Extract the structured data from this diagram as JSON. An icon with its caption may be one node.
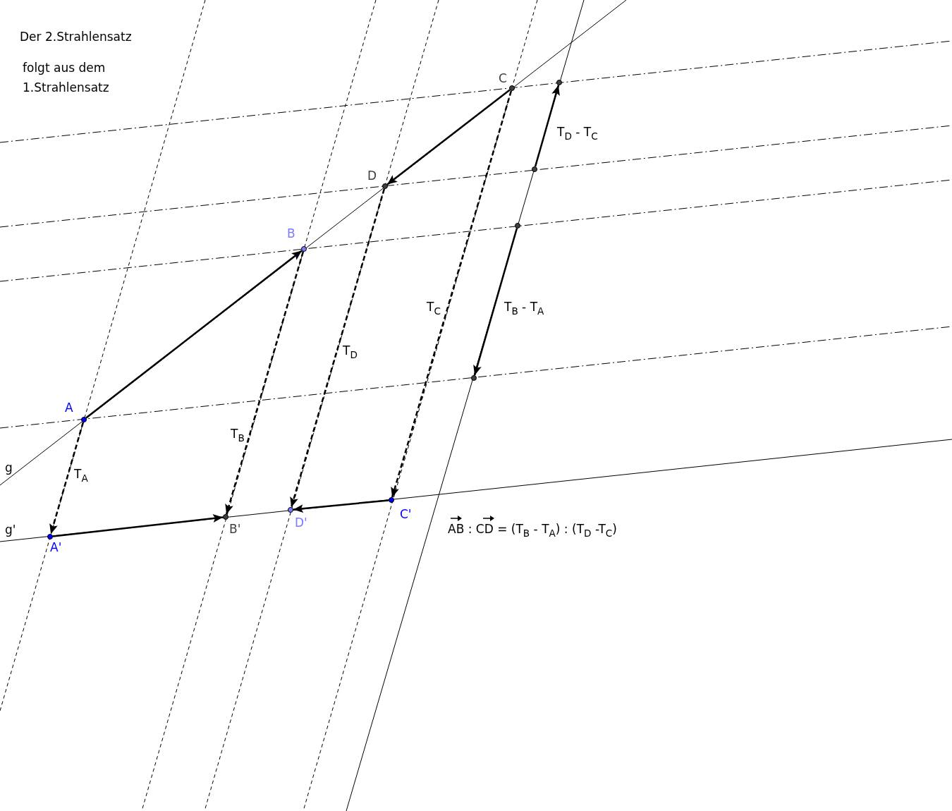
{
  "diagram": {
    "title": "Der 2.Strahlensatz",
    "nodes": [
      {
        "text": [
          "C"
        ]
      },
      {
        "text": [],
        "shape": "circle"
      },
      {
        "text": [
          "D"
        ]
      },
      {
        "text": [],
        "shape": "circle"
      },
      {
        "text": [
          "B"
        ]
      },
      {
        "text": [],
        "shape": "circle"
      },
      {
        "text": [],
        "shape": "circle"
      },
      {
        "text": [
          "A"
        ]
      },
      {
        "text": [
          "C'"
        ]
      },
      {
        "text": [
          "B'"
        ]
      },
      {
        "text": [
          "D'"
        ]
      },
      {
        "text": [
          "A'"
        ]
      }
    ],
    "edges": [
      {
        "from": 7,
        "to": 4,
        "arrow": "to"
      },
      {
        "from": 0,
        "to": 2,
        "arrow": "to"
      },
      {
        "from": 7,
        "to": 11,
        "arrow": "to",
        "label": "T$_{A}$",
        "style": "dashed"
      },
      {
        "from": 4,
        "to": 9,
        "arrow": "to",
        "label": "T$_{B}$",
        "style": "dashed"
      },
      {
        "from": 2,
        "to": 10,
        "arrow": "to",
        "label": "T$_{D}$",
        "style": "dashed"
      },
      {
        "from": 0,
        "to": 8,
        "arrow": "to",
        "label": "T$_{C}$",
        "style": "dashed"
      },
      {
        "from": 11,
        "to": 9,
        "arrow": "to"
      },
      {
        "from": 8,
        "to": 10,
        "arrow": "to"
      },
      {
        "from": 5,
        "to": 6,
        "arrow": "to",
        "label": "T$_{B}$ - T$_{A}$"
      },
      {
        "from": 3,
        "to": 1,
        "arrow": "to",
        "label": "T$_{D}$ - T$_{C}$"
      }
    ],
    "labels": [
      "folgt aus dem 1.Strahlensatz",
      "g",
      "g'",
      "AB : CD = (T$_{B}$ - T$_{A}$) : (T$_{D}$ -T$_{C}$)"
    ]
  }
}
